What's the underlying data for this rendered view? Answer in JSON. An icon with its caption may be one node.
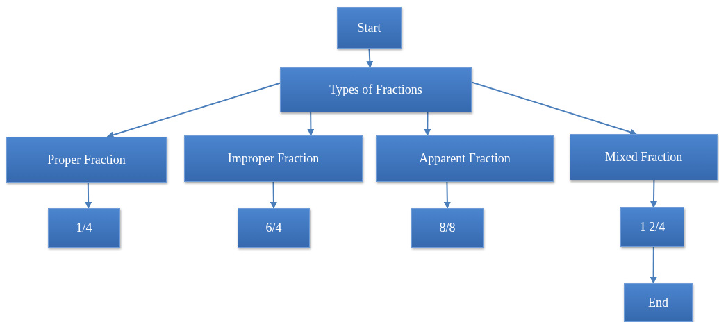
{
  "diagram": {
    "nodes": [
      {
        "text": [
          "Start"
        ]
      },
      {
        "text": [
          "Types of Fractions"
        ]
      },
      {
        "text": [
          "Proper Fraction"
        ]
      },
      {
        "text": [
          "Improper Fraction"
        ]
      },
      {
        "text": [
          "Apparent Fraction"
        ]
      },
      {
        "text": [
          "Mixed Fraction"
        ]
      },
      {
        "text": [
          "1/4"
        ]
      },
      {
        "text": [
          "6/4"
        ]
      },
      {
        "text": [
          "8/8"
        ]
      },
      {
        "text": [
          "1 2/4"
        ]
      },
      {
        "text": [
          "End"
        ]
      }
    ],
    "edges": [
      {
        "from": 0,
        "to": 1,
        "arrow": "to"
      },
      {
        "from": 1,
        "to": 2,
        "arrow": "to"
      },
      {
        "from": 1,
        "to": 3,
        "arrow": "to"
      },
      {
        "from": 1,
        "to": 4,
        "arrow": "to"
      },
      {
        "from": 1,
        "to": 5,
        "arrow": "to"
      },
      {
        "from": 2,
        "to": 6,
        "arrow": "to"
      },
      {
        "from": 3,
        "to": 7,
        "arrow": "to"
      },
      {
        "from": 4,
        "to": 8,
        "arrow": "to"
      },
      {
        "from": 5,
        "to": 9,
        "arrow": "to"
      },
      {
        "from": 9,
        "to": 10,
        "arrow": "to"
      }
    ]
  }
}
